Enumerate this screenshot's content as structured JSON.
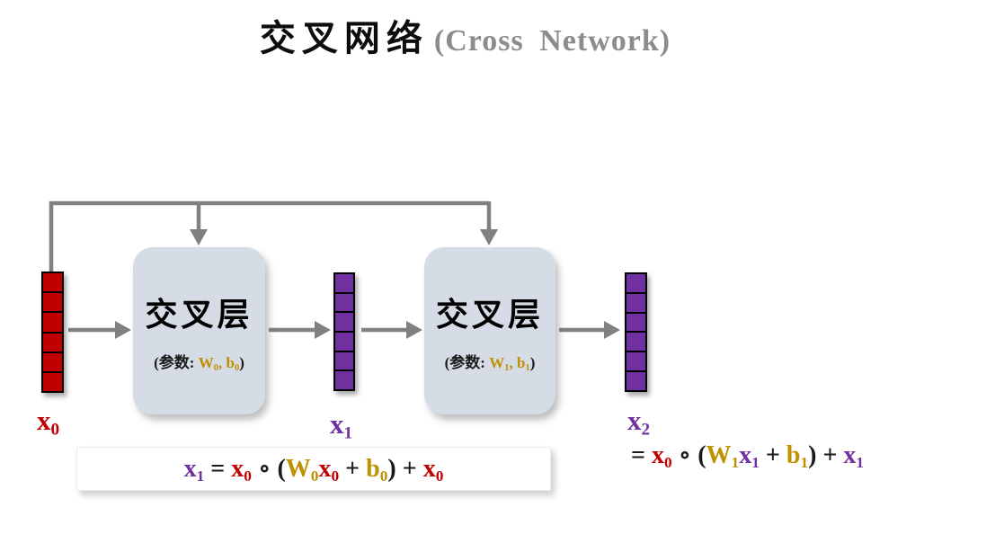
{
  "title": {
    "chinese": "交叉网络",
    "english": "(Cross Network)"
  },
  "colors": {
    "red": "#c00000",
    "purple": "#7030a0",
    "gold": "#bf9000",
    "black": "#1a1a1a",
    "gray_text": "#8c8c8c",
    "arrow": "#808080",
    "box_fill": "#d6dce5",
    "formula_bg": "#ffffff"
  },
  "vectors": [
    {
      "id": "x0",
      "cells": 6,
      "color": "red",
      "label": [
        {
          "t": "x",
          "sub": "0",
          "c": "red"
        }
      ]
    },
    {
      "id": "x1",
      "cells": 6,
      "color": "purple",
      "label": [
        {
          "t": "x",
          "sub": "1",
          "c": "purple"
        }
      ]
    },
    {
      "id": "x2",
      "cells": 6,
      "color": "purple",
      "label": [
        {
          "t": "x",
          "sub": "2",
          "c": "purple"
        }
      ]
    }
  ],
  "layers": [
    {
      "name": "交叉层",
      "params": [
        {
          "t": "(参数: ",
          "c": "black"
        },
        {
          "t": "W",
          "sub": "0",
          "c": "gold"
        },
        {
          "t": ", ",
          "c": "gold"
        },
        {
          "t": "b",
          "sub": "0",
          "c": "gold"
        },
        {
          "t": ")",
          "c": "black"
        }
      ]
    },
    {
      "name": "交叉层",
      "params": [
        {
          "t": "(参数: ",
          "c": "black"
        },
        {
          "t": "W",
          "sub": "1",
          "c": "gold"
        },
        {
          "t": ", ",
          "c": "gold"
        },
        {
          "t": "b",
          "sub": "1",
          "c": "gold"
        },
        {
          "t": ")",
          "c": "black"
        }
      ]
    }
  ],
  "formulas": {
    "boxed": [
      {
        "t": "x",
        "sub": "1",
        "c": "purple"
      },
      {
        "t": " = ",
        "c": "black"
      },
      {
        "t": "x",
        "sub": "0",
        "c": "red"
      },
      {
        "t": " ∘ ",
        "c": "black"
      },
      {
        "t": "(",
        "c": "black"
      },
      {
        "t": "W",
        "sub": "0",
        "c": "gold"
      },
      {
        "t": "x",
        "sub": "0",
        "c": "red"
      },
      {
        "t": " + ",
        "c": "black"
      },
      {
        "t": "b",
        "sub": "0",
        "c": "gold"
      },
      {
        "t": ")",
        "c": "black"
      },
      {
        "t": " + ",
        "c": "black"
      },
      {
        "t": "x",
        "sub": "0",
        "c": "red"
      }
    ],
    "inline": [
      {
        "t": "= ",
        "c": "black"
      },
      {
        "t": "x",
        "sub": "0",
        "c": "red"
      },
      {
        "t": " ∘ ",
        "c": "black"
      },
      {
        "t": "(",
        "c": "black"
      },
      {
        "t": "W",
        "sub": "1",
        "c": "gold"
      },
      {
        "t": "x",
        "sub": "1",
        "c": "purple"
      },
      {
        "t": " + ",
        "c": "black"
      },
      {
        "t": "b",
        "sub": "1",
        "c": "gold"
      },
      {
        "t": ")",
        "c": "black"
      },
      {
        "t": " + ",
        "c": "black"
      },
      {
        "t": "x",
        "sub": "1",
        "c": "purple"
      }
    ]
  }
}
